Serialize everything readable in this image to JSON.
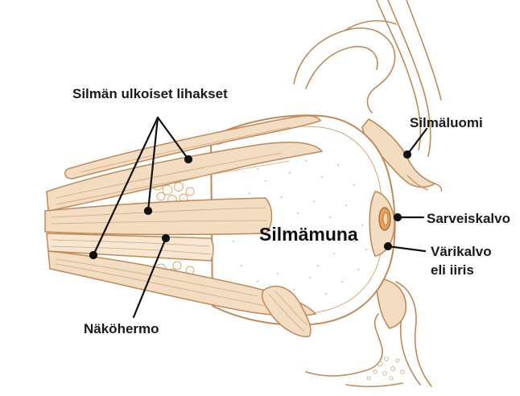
{
  "labels": {
    "muscles": "Silmän ulkoiset lihakset",
    "eyelid": "Silmäluomi",
    "cornea": "Sarveiskalvo",
    "iris_line1": "Värikalvo",
    "iris_line2": "eli iiris",
    "eyeball": "Silmämuna",
    "optic_nerve": "Näköhermo"
  },
  "colors": {
    "muscle_fill": "#f2dcc2",
    "outline": "#c08a58",
    "bone_fill": "#f7ead9",
    "leader": "#111111",
    "text": "#1a1a1a"
  }
}
